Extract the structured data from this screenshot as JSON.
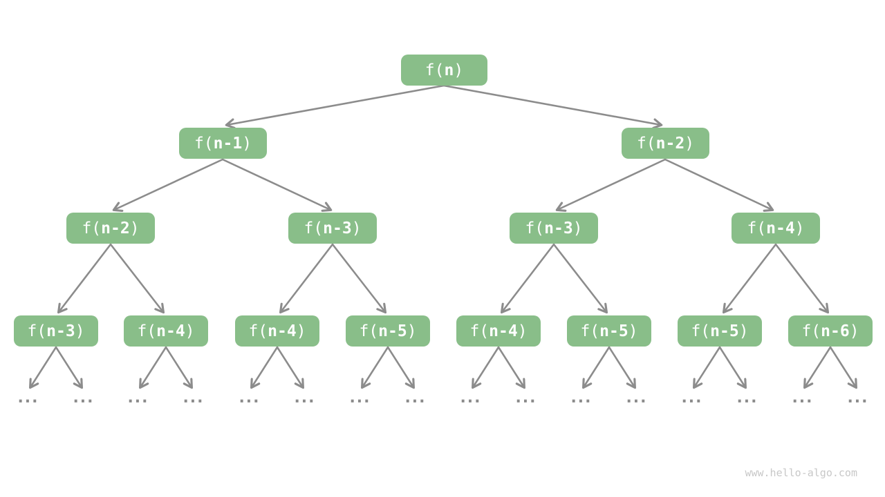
{
  "diagram": {
    "type": "recursion-tree",
    "description": "Recursion tree of f(n) where each call spawns f(n-1) and f(n-2)"
  },
  "colors": {
    "background": "#FFFFFF",
    "node_fill": "#89BE89",
    "node_text": "#FFFFFF",
    "arrow": "#8C8C8C",
    "watermark": "#C8C8C8"
  },
  "tree": {
    "ellipsis": "...",
    "nodes": [
      {
        "level": 0,
        "prefix": "f(",
        "arg": "n",
        "suffix": ")"
      },
      {
        "level": 1,
        "prefix": "f(",
        "arg": "n-1",
        "suffix": ")"
      },
      {
        "level": 1,
        "prefix": "f(",
        "arg": "n-2",
        "suffix": ")"
      },
      {
        "level": 2,
        "prefix": "f(",
        "arg": "n-2",
        "suffix": ")"
      },
      {
        "level": 2,
        "prefix": "f(",
        "arg": "n-3",
        "suffix": ")"
      },
      {
        "level": 2,
        "prefix": "f(",
        "arg": "n-3",
        "suffix": ")"
      },
      {
        "level": 2,
        "prefix": "f(",
        "arg": "n-4",
        "suffix": ")"
      },
      {
        "level": 3,
        "prefix": "f(",
        "arg": "n-3",
        "suffix": ")"
      },
      {
        "level": 3,
        "prefix": "f(",
        "arg": "n-4",
        "suffix": ")"
      },
      {
        "level": 3,
        "prefix": "f(",
        "arg": "n-4",
        "suffix": ")"
      },
      {
        "level": 3,
        "prefix": "f(",
        "arg": "n-5",
        "suffix": ")"
      },
      {
        "level": 3,
        "prefix": "f(",
        "arg": "n-4",
        "suffix": ")"
      },
      {
        "level": 3,
        "prefix": "f(",
        "arg": "n-5",
        "suffix": ")"
      },
      {
        "level": 3,
        "prefix": "f(",
        "arg": "n-5",
        "suffix": ")"
      },
      {
        "level": 3,
        "prefix": "f(",
        "arg": "n-6",
        "suffix": ")"
      }
    ]
  },
  "watermark": {
    "text": "www.hello-algo.com"
  }
}
